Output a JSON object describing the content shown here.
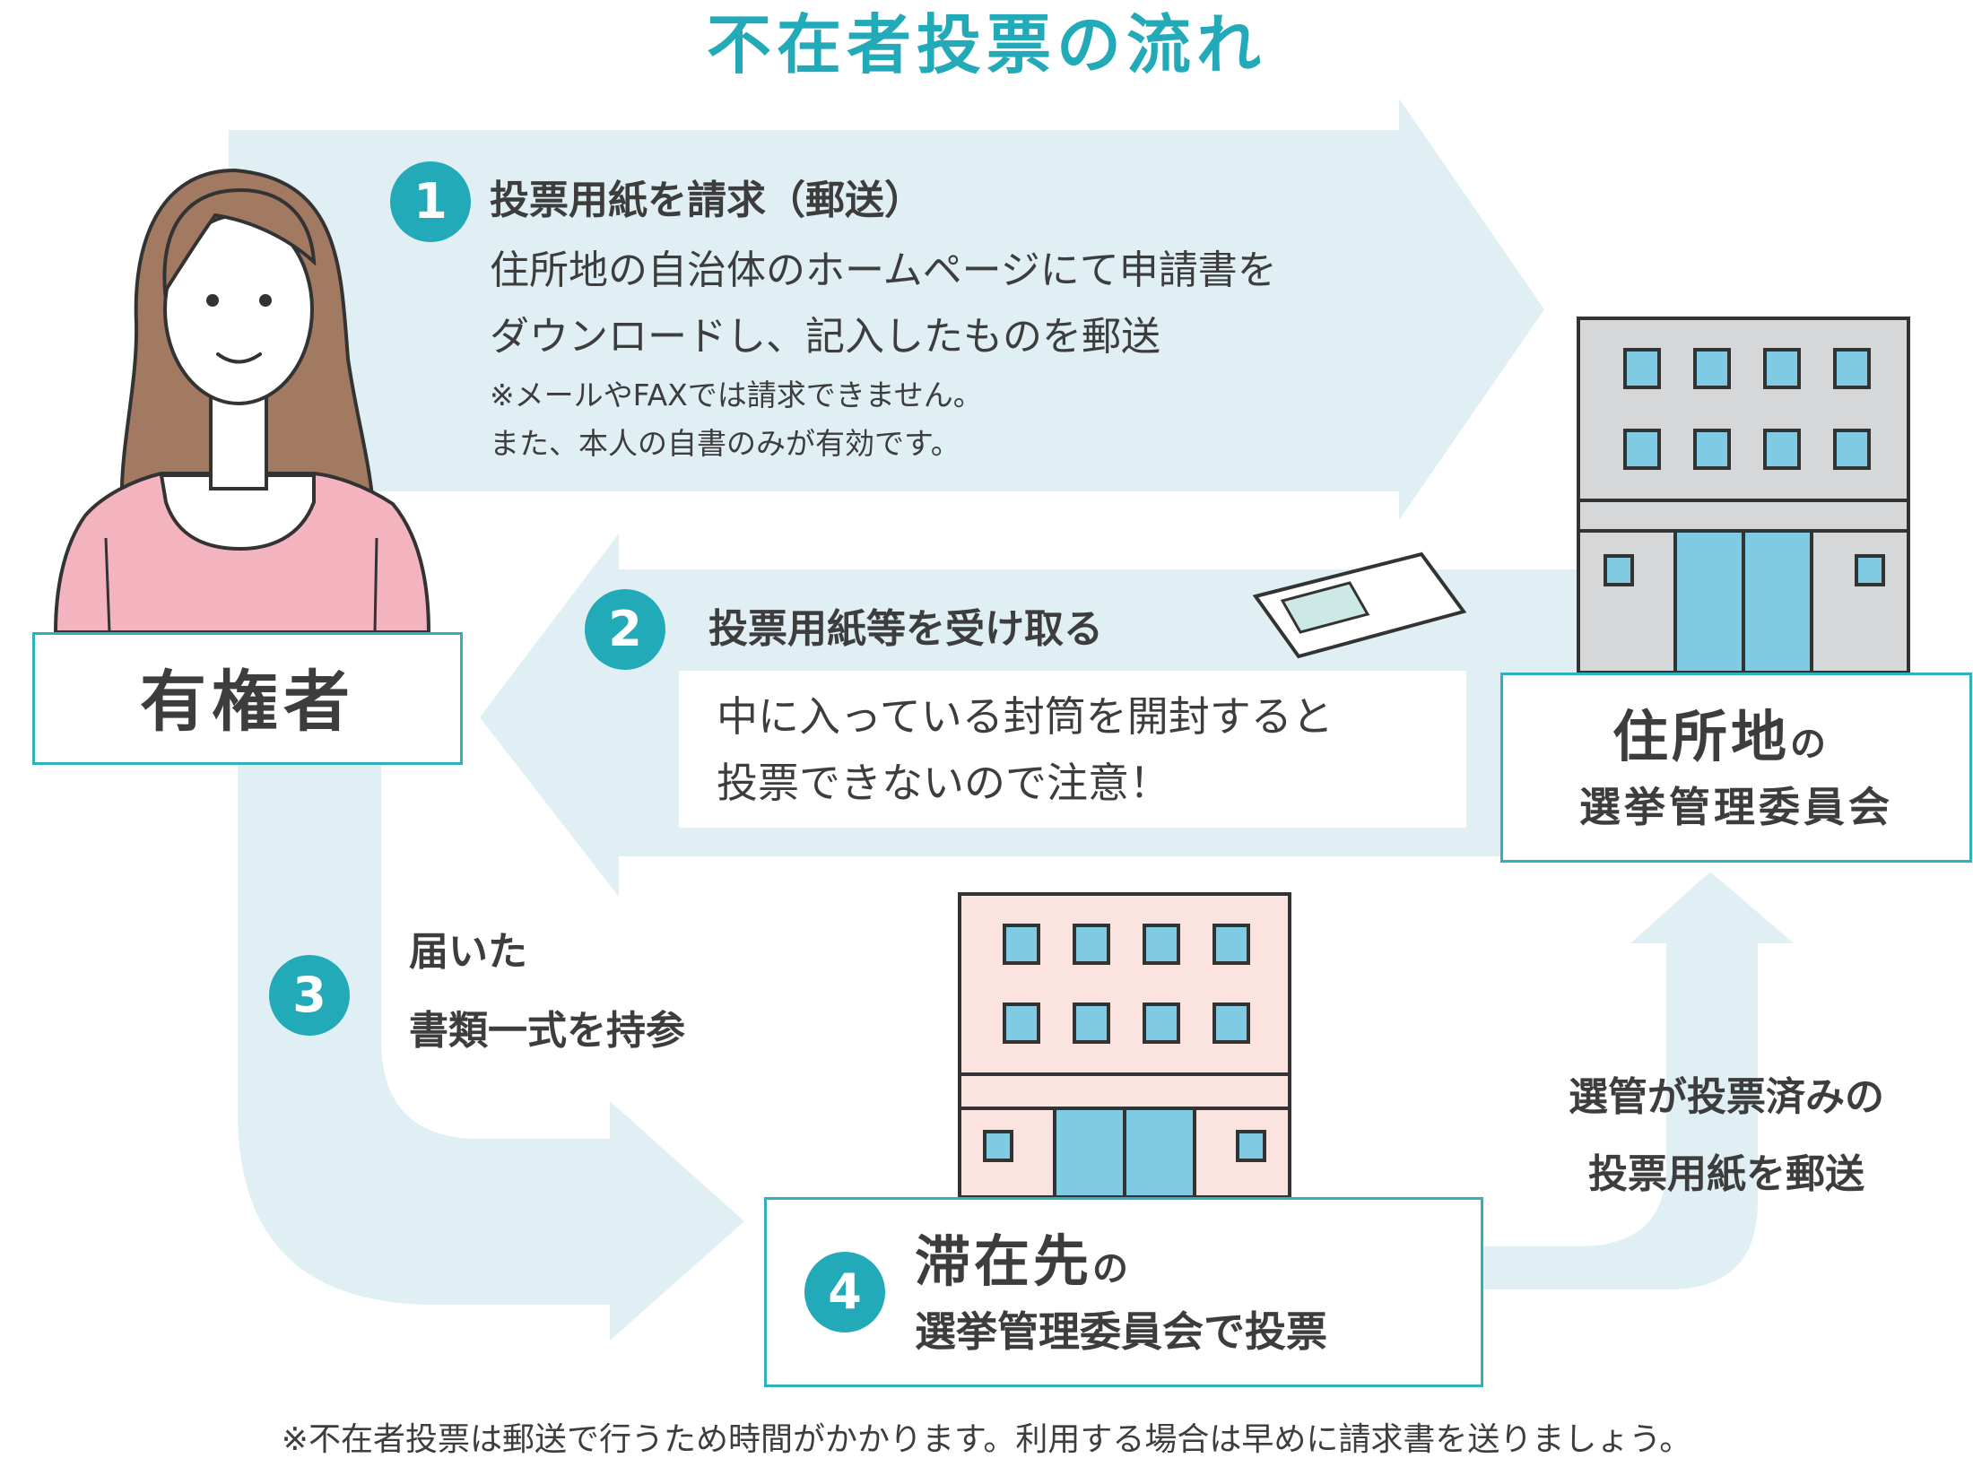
{
  "title": "不在者投票の流れ",
  "colors": {
    "accent": "#23aab8",
    "arrow": "#dfeff4",
    "box_border": "#2fb0bd",
    "office_building": "#d6d7d8",
    "stay_building": "#fbe3df",
    "window": "#7fcbe4",
    "jacket": "#f3b3bf",
    "hair": "#a27a62",
    "text": "#3d3d3d"
  },
  "voter": {
    "label": "有権者"
  },
  "home_office": {
    "line1": "住所地",
    "particle": "の",
    "line2": "選挙管理委員会"
  },
  "step1": {
    "number": "1",
    "heading": "投票用紙を請求（郵送）",
    "body_line1": "住所地の自治体のホームページにて申請書を",
    "body_line2": "ダウンロードし、記入したものを郵送",
    "note_line1": "※メールやFAXでは請求できません。",
    "note_line2": "また、本人の自書のみが有効です。"
  },
  "step2": {
    "number": "2",
    "heading": "投票用紙等を受け取る",
    "warning_line1": "中に入っている封筒を開封すると",
    "warning_line2": "投票できないので注意！"
  },
  "step3": {
    "number": "3",
    "line1": "届いた",
    "line2": "書類一式を持参"
  },
  "step4": {
    "number": "4",
    "line1": "滞在先",
    "particle": "の",
    "line2": "選挙管理委員会で投票"
  },
  "mail_back": {
    "line1": "選管が投票済みの",
    "line2": "投票用紙を郵送"
  },
  "footer": "※不在者投票は郵送で行うため時間がかかります。利用する場合は早めに請求書を送りましょう。"
}
